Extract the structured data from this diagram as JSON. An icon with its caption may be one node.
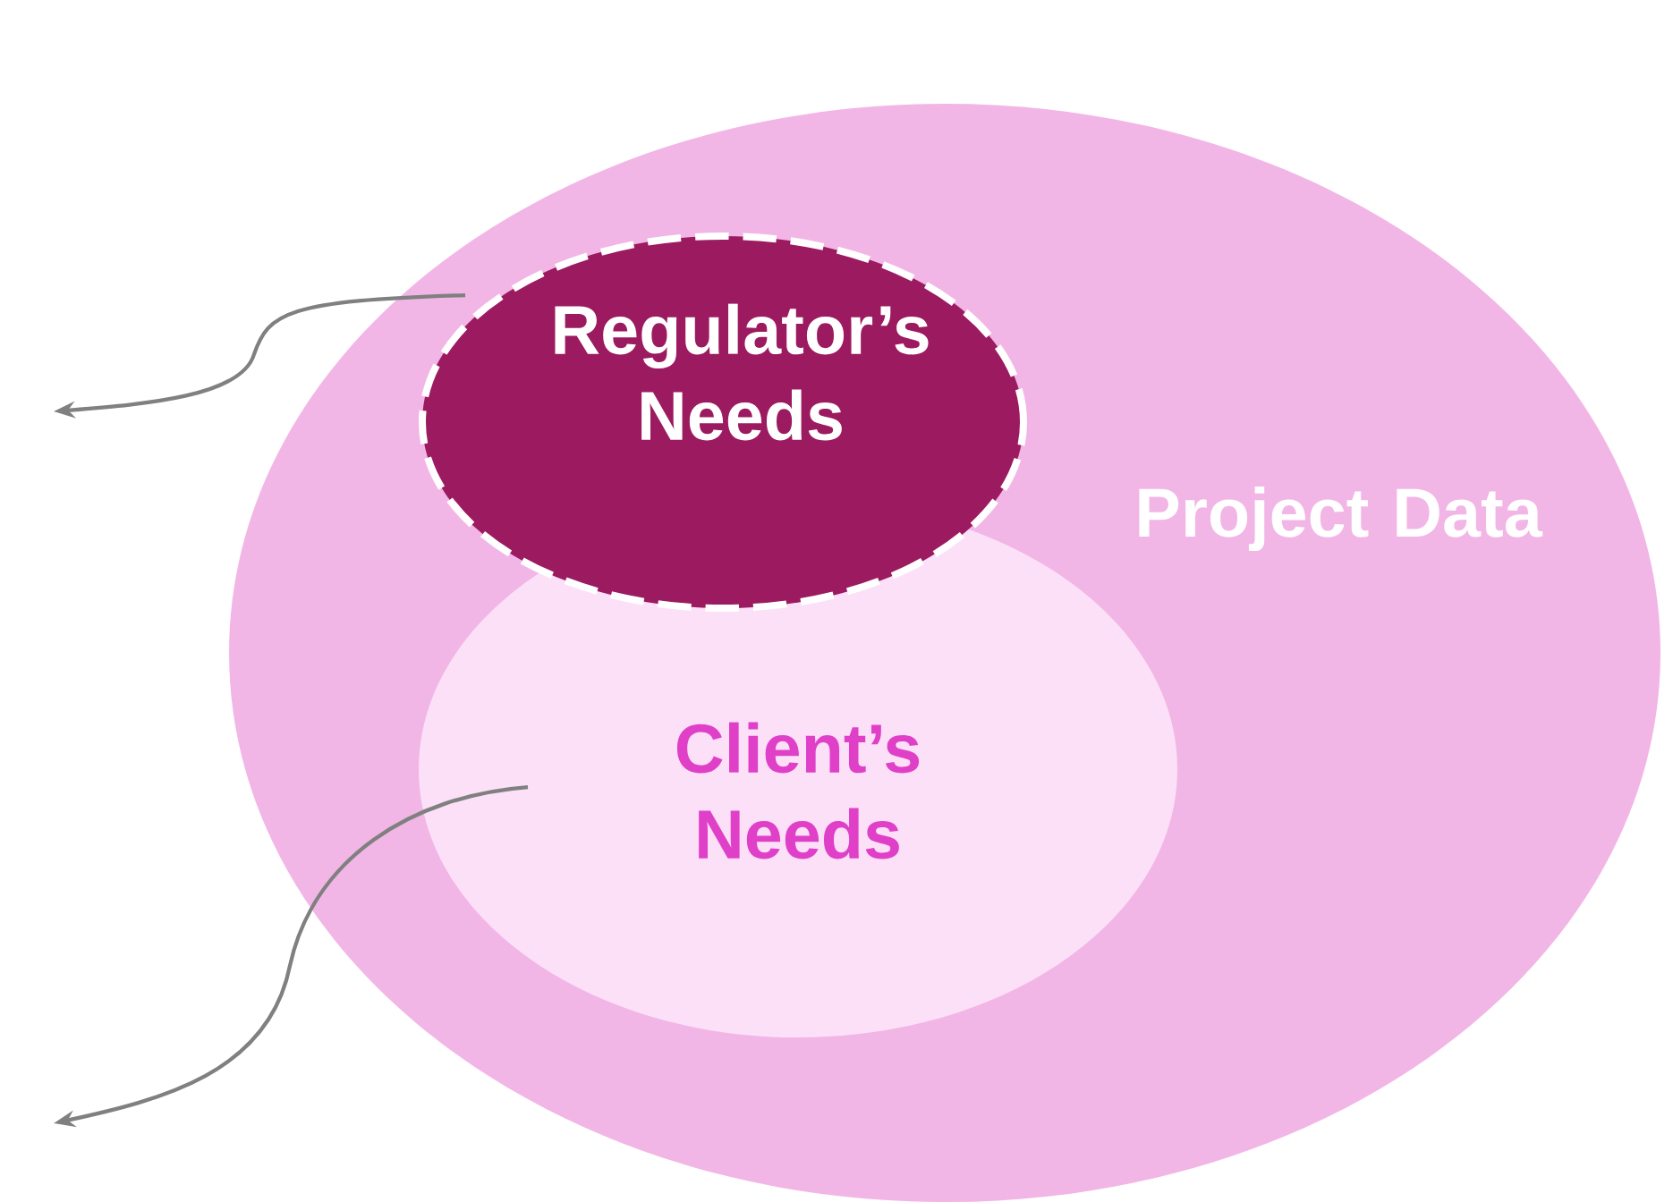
{
  "diagram": {
    "nodes": [
      {
        "text": [
          "Project Data"
        ]
      },
      {
        "text": [
          "Client’s Needs"
        ],
        "in": 0
      },
      {
        "text": [
          "Regulator’s Needs"
        ],
        "in": 0
      }
    ],
    "edges": [
      {
        "from": 2,
        "to": null,
        "arrow": "to"
      },
      {
        "from": 1,
        "to": null,
        "arrow": "to"
      }
    ]
  }
}
